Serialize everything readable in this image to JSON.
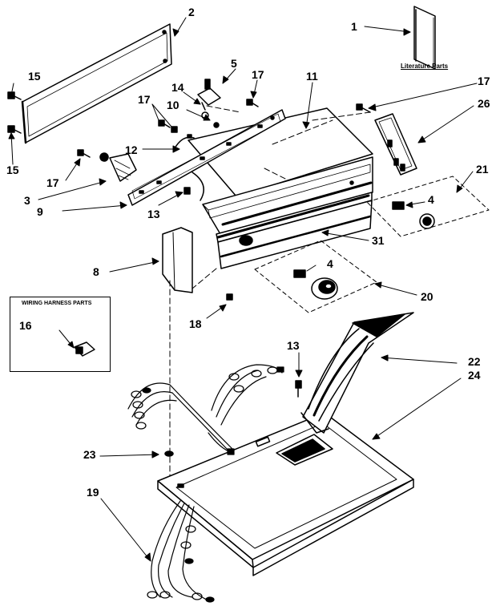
{
  "diagram": {
    "callouts": {
      "n1": "1",
      "n2": "2",
      "n3": "3",
      "n4a": "4",
      "n4b": "4",
      "n5": "5",
      "n8": "8",
      "n9": "9",
      "n10": "10",
      "n11": "11",
      "n12": "12",
      "n13a": "13",
      "n13b": "13",
      "n14": "14",
      "n15a": "15",
      "n15b": "15",
      "n16": "16",
      "n17a": "17",
      "n17b": "17",
      "n17c": "17",
      "n17d": "17",
      "n18": "18",
      "n19": "19",
      "n20": "20",
      "n21": "21",
      "n22": "22",
      "n23": "23",
      "n24": "24",
      "n26": "26",
      "n31": "31"
    },
    "literature_label": "Literature Parts",
    "harness_box_title": "WIRING HARNESS PARTS",
    "line_color": "#000000",
    "background": "#ffffff"
  }
}
